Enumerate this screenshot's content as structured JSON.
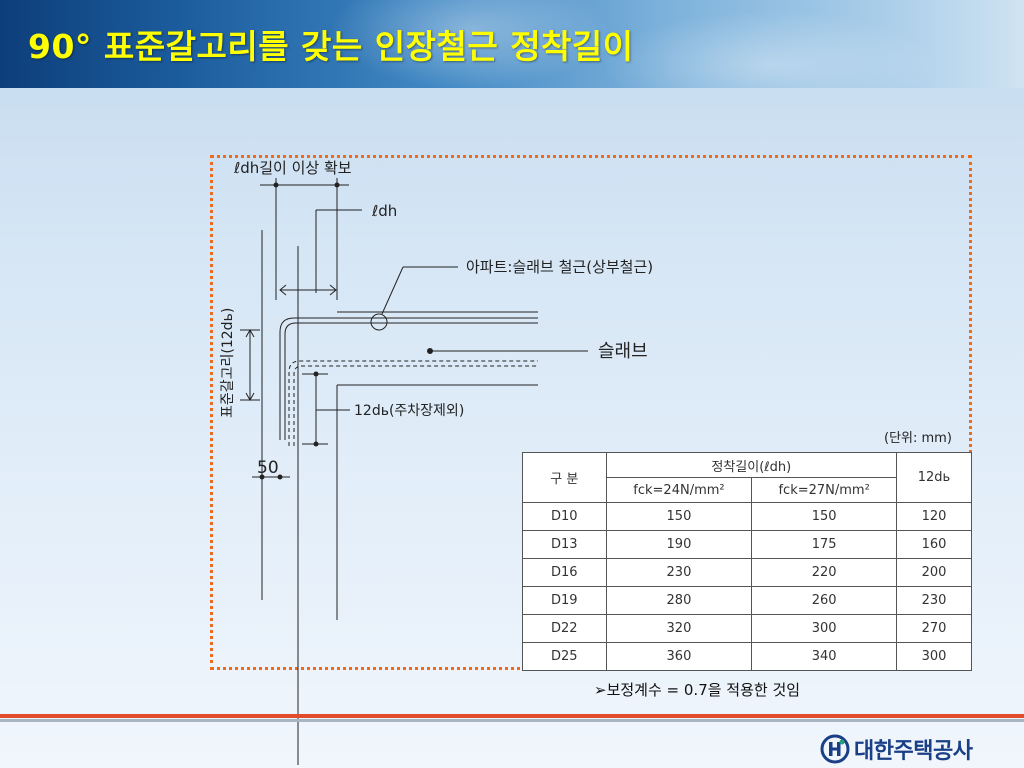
{
  "header": {
    "title": "90° 표준갈고리를 갖는 인장철근 정착길이"
  },
  "diagram": {
    "label_ldh_secure": "ℓdh길이 이상 확보",
    "label_ldh": "ℓdh",
    "label_apt_slab_rebar": "아파트:슬래브 철근(상부철근)",
    "label_slab": "슬래브",
    "label_12db_excl": "12dь(주차장제외)",
    "label_standard_hook": "표준갈고리(12dь)",
    "label_50": "50"
  },
  "table": {
    "unit": "(단위: mm)",
    "header_division": "구 분",
    "header_anchor_length": "정착길이(ℓdh)",
    "header_12db": "12dь",
    "header_fck24": "fck=24N/mm²",
    "header_fck27": "fck=27N/mm²",
    "rows": [
      [
        "D10",
        "150",
        "150",
        "120"
      ],
      [
        "D13",
        "190",
        "175",
        "160"
      ],
      [
        "D16",
        "230",
        "220",
        "200"
      ],
      [
        "D19",
        "280",
        "260",
        "230"
      ],
      [
        "D22",
        "320",
        "300",
        "270"
      ],
      [
        "D25",
        "360",
        "340",
        "300"
      ]
    ]
  },
  "note": "보정계수 = 0.7을 적용한 것임",
  "logo": {
    "text": "대한주택공사"
  },
  "colors": {
    "title": "#ffff00",
    "dashed_border": "#f06a1c",
    "accent_bar": "#e24b2b",
    "logo": "#1a3f86"
  }
}
